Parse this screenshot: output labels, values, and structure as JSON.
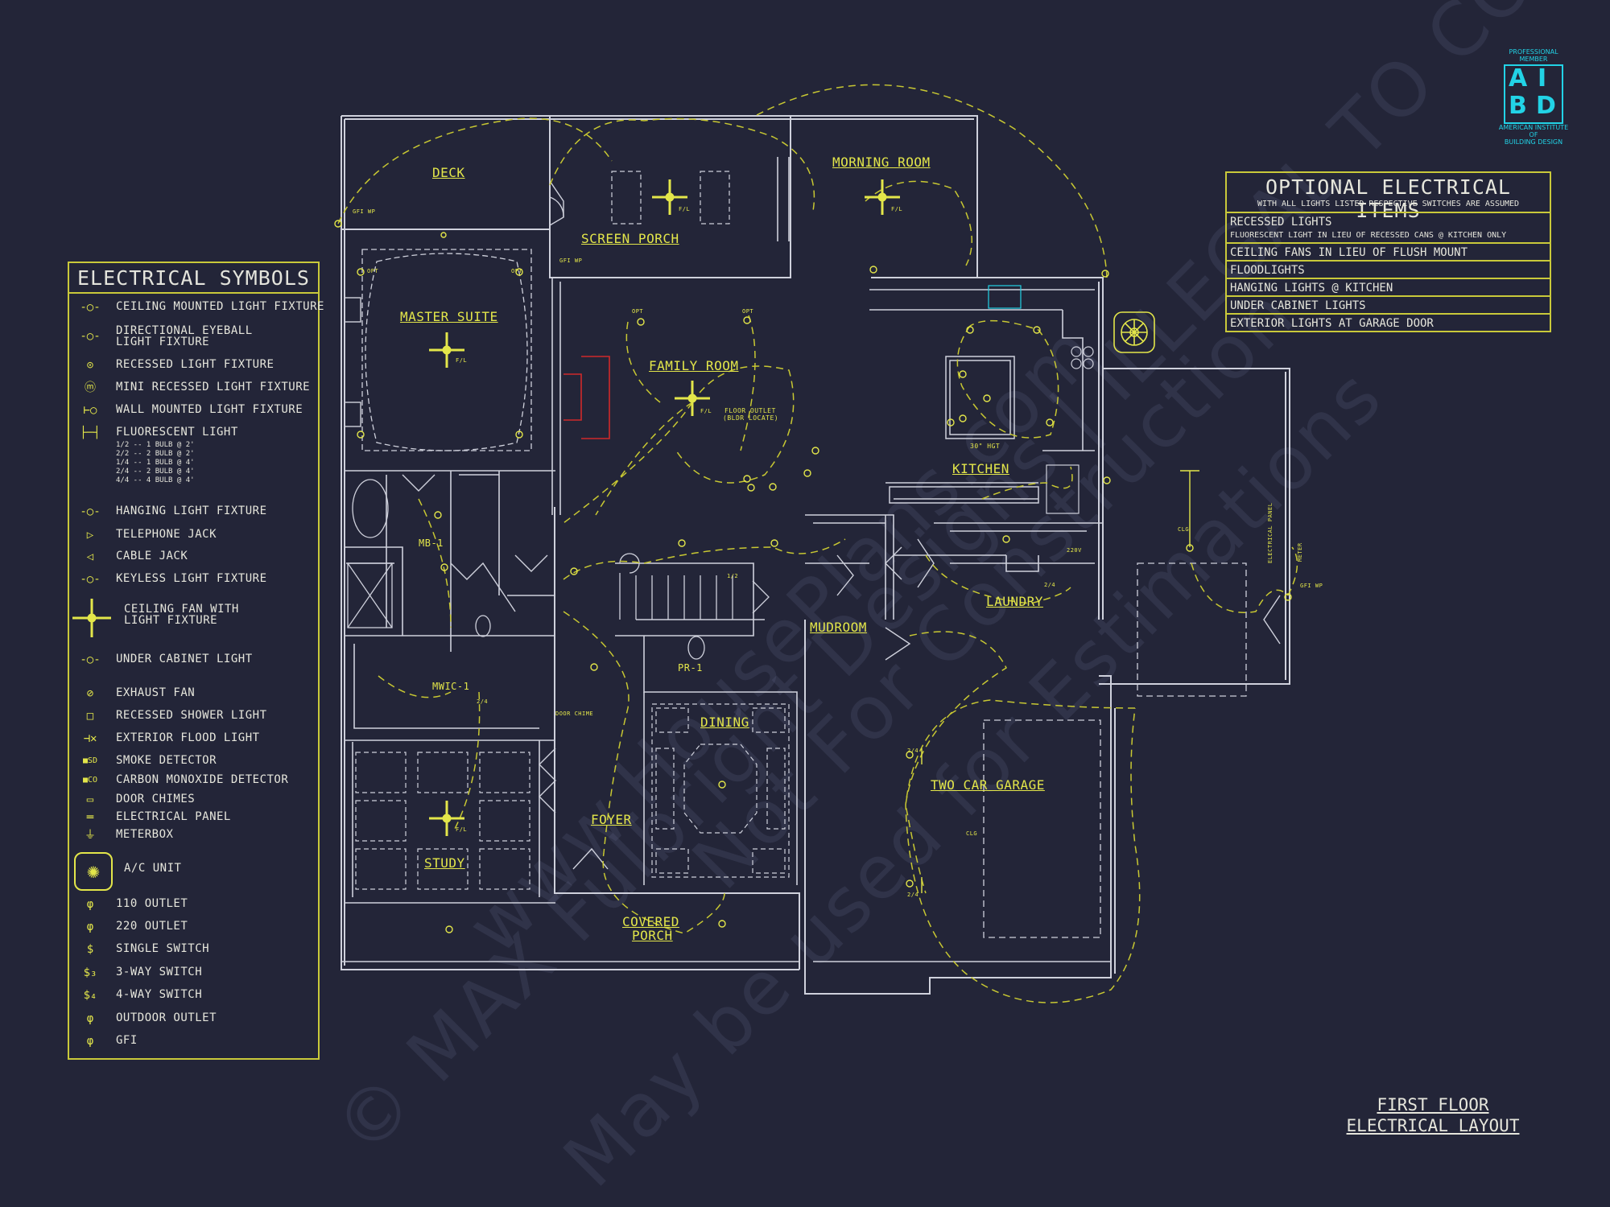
{
  "watermark": {
    "line1": "© MAX Fulbright Designs | ILLEGAL TO COPY",
    "line2": "www.HousePlans.com",
    "line3": "Not For Construction",
    "line4": "May be used for Estimations"
  },
  "legend": {
    "title": "ELECTRICAL SYMBOLS",
    "items": [
      {
        "sym": "-○-",
        "label": "CEILING MOUNTED LIGHT FIXTURE"
      },
      {
        "sym": "-○-",
        "label": "DIRECTIONAL EYEBALL",
        "label2": "LIGHT FIXTURE"
      },
      {
        "sym": "⊙",
        "label": "RECESSED LIGHT FIXTURE"
      },
      {
        "sym": "ⓜ",
        "label": "MINI RECESSED LIGHT FIXTURE"
      },
      {
        "sym": "⊢○",
        "label": "WALL MOUNTED LIGHT FIXTURE"
      },
      {
        "sym": "├─┤",
        "label": "FLUORESCENT LIGHT"
      },
      {
        "sym": "-○-",
        "label": "HANGING LIGHT FIXTURE"
      },
      {
        "sym": "▷",
        "label": "TELEPHONE JACK"
      },
      {
        "sym": "◁",
        "label": "CABLE JACK"
      },
      {
        "sym": "-○-",
        "label": "KEYLESS LIGHT FIXTURE"
      },
      {
        "sym": "✢",
        "label": "CEILING FAN WITH",
        "label2": "LIGHT FIXTURE"
      },
      {
        "sym": "-○-",
        "label": "UNDER CABINET LIGHT"
      },
      {
        "sym": "⊘",
        "label": "EXHAUST FAN"
      },
      {
        "sym": "□",
        "label": "RECESSED SHOWER LIGHT"
      },
      {
        "sym": "⊣✕",
        "label": "EXTERIOR FLOOD LIGHT"
      },
      {
        "sym": "■SD",
        "label": "SMOKE DETECTOR"
      },
      {
        "sym": "■CO",
        "label": "CARBON MONOXIDE DETECTOR"
      },
      {
        "sym": "▭",
        "label": "DOOR CHIMES"
      },
      {
        "sym": "═",
        "label": "ELECTRICAL PANEL"
      },
      {
        "sym": "⏚",
        "label": "METERBOX"
      },
      {
        "sym": "✺",
        "label": "A/C UNIT"
      },
      {
        "sym": "φ",
        "label": "110 OUTLET"
      },
      {
        "sym": "φ",
        "label": "220 OUTLET"
      },
      {
        "sym": "$",
        "label": "SINGLE SWITCH"
      },
      {
        "sym": "$₃",
        "label": "3-WAY SWITCH"
      },
      {
        "sym": "$₄",
        "label": "4-WAY SWITCH"
      },
      {
        "sym": "φ",
        "label": "OUTDOOR OUTLET"
      },
      {
        "sym": "φ",
        "label": "GFI"
      }
    ],
    "fluor_notes": [
      "1/2 -- 1 BULB @ 2'",
      "2/2 -- 2 BULB @ 2'",
      "1/4 -- 1 BULB @ 4'",
      "2/4 -- 2 BULB @ 4'",
      "4/4 -- 4 BULB @ 4'"
    ]
  },
  "optional": {
    "title": "OPTIONAL ELECTRICAL ITEMS",
    "subtitle": "WITH ALL LIGHTS LISTED RESPECTIVE SWITCHES ARE ASSUMED",
    "rows": [
      {
        "label": "RECESSED LIGHTS",
        "note": "FLUORESCENT LIGHT IN LIEU OF RECESSED CANS @ KITCHEN ONLY"
      },
      {
        "label": "CEILING FANS IN LIEU OF FLUSH MOUNT"
      },
      {
        "label": "FLOODLIGHTS"
      },
      {
        "label": "HANGING LIGHTS @ KITCHEN"
      },
      {
        "label": "UNDER CABINET LIGHTS"
      },
      {
        "label": "EXTERIOR LIGHTS AT GARAGE DOOR"
      }
    ]
  },
  "badge": {
    "top1": "PROFESSIONAL",
    "top2": "MEMBER",
    "letters": [
      "A",
      "I",
      "B",
      "D"
    ],
    "bottom1": "AMERICAN INSTITUTE",
    "bottom2": "OF",
    "bottom3": "BUILDING DESIGN"
  },
  "rooms": {
    "deck": "DECK",
    "screen_porch": "SCREEN PORCH",
    "morning_room": "MORNING ROOM",
    "master_suite": "MASTER SUITE",
    "family_room": "FAMILY ROOM",
    "kitchen": "KITCHEN",
    "mb1": "MB-1",
    "mwic1": "MWIC-1",
    "pr1": "PR-1",
    "mudroom": "MUDROOM",
    "laundry": "LAUNDRY",
    "dining": "DINING",
    "foyer": "FOYER",
    "study": "STUDY",
    "covered_porch_1": "COVERED",
    "covered_porch_2": "PORCH",
    "two_car_garage": "TWO CAR GARAGE"
  },
  "notes": {
    "floor_outlet_1": "FLOOR OUTLET",
    "floor_outlet_2": "(BLDR LOCATE)",
    "hgt": "30\" HGT",
    "door_chime": "DOOR CHIME",
    "elec_panel": "ELECTRICAL PANEL",
    "meter": "METER",
    "fl": "F/L",
    "opt": "OPT",
    "clg": "CLG",
    "gfi_wp": "GFI WP",
    "v220": "220V",
    "frac24": "2/4",
    "frac12": "1/2"
  },
  "footer": {
    "line1": "FIRST FLOOR",
    "line2": "ELECTRICAL LAYOUT"
  },
  "colors": {
    "background": "#232538",
    "wall": "#cfd1dc",
    "circuit": "#c8c832",
    "symbol": "#e3e64a",
    "accent": "#22d3e6",
    "fireplace": "#d02a2a"
  }
}
